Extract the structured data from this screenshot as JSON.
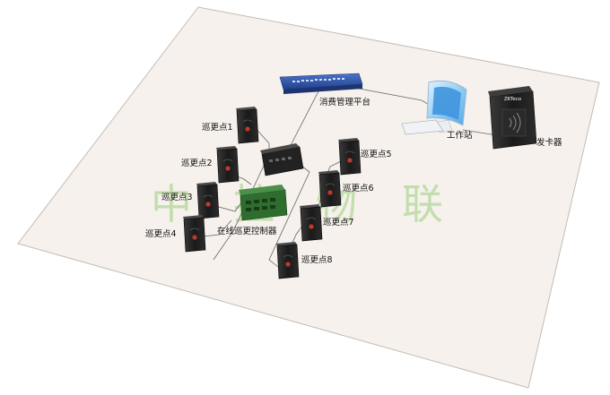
{
  "labels": {
    "platform": "消费管理平台",
    "workstation": "工作站",
    "card_issuer": "发卡器",
    "controller": "在线巡更控制器",
    "brand": "ZKTeco"
  },
  "patrol_points": [
    {
      "label": "巡更点1"
    },
    {
      "label": "巡更点2"
    },
    {
      "label": "巡更点3"
    },
    {
      "label": "巡更点4"
    },
    {
      "label": "巡更点5"
    },
    {
      "label": "巡更点6"
    },
    {
      "label": "巡更点7"
    },
    {
      "label": "巡更点8"
    }
  ],
  "watermark": {
    "chars": [
      "中",
      "控",
      "物",
      "联"
    ],
    "color": "#9bd07a"
  },
  "colors": {
    "floor": "#f6f1ec",
    "switch": "#2f55a8",
    "device": "#1f1f1f",
    "line": "#666666"
  }
}
